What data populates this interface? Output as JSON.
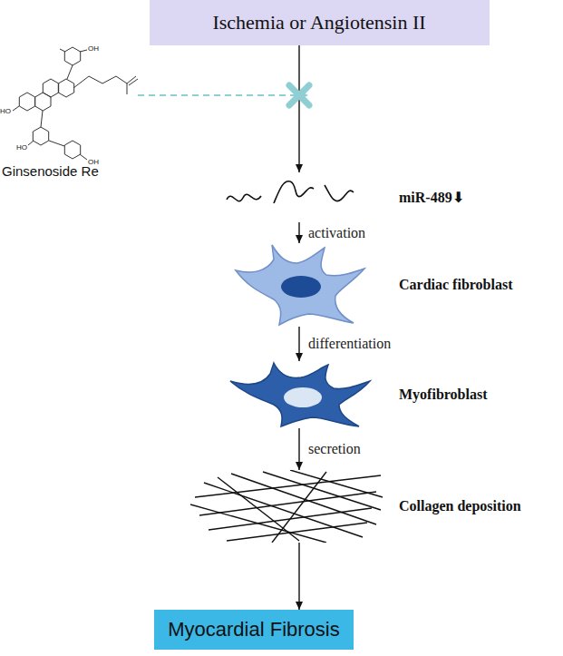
{
  "diagram": {
    "nodes": [
      {
        "text": [
          "Ischemia or Angiotensin II"
        ]
      },
      {
        "text": [
          "miR-489⬇"
        ]
      },
      {
        "text": [
          "Cardiac fibroblast"
        ]
      },
      {
        "text": [
          "Myofibroblast"
        ]
      },
      {
        "text": [
          "Collagen deposition"
        ]
      },
      {
        "text": [
          "Myocardial Fibrosis"
        ]
      }
    ],
    "edges": [
      {
        "from": 0,
        "to": 1,
        "arrow": "to"
      },
      {
        "from": 1,
        "to": 2,
        "label": "activation",
        "arrow": "to"
      },
      {
        "from": 2,
        "to": 3,
        "label": "differentiation",
        "arrow": "to"
      },
      {
        "from": 3,
        "to": 4,
        "label": "secretion",
        "arrow": "to"
      },
      {
        "from": 4,
        "to": 5,
        "arrow": "to"
      }
    ],
    "labels": [
      "Ginsenoside Re",
      "HO",
      "OH",
      "HO",
      "OH"
    ]
  }
}
